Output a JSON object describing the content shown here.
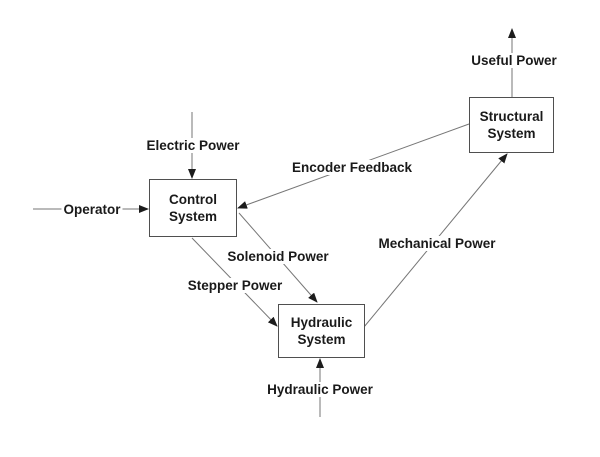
{
  "diagram": {
    "boxes": {
      "control": "Control System",
      "hydraulic": "Hydraulic System",
      "structural": "Structural System"
    },
    "flows": {
      "electric_power": "Electric Power",
      "operator": "Operator",
      "useful_power": "Useful Power",
      "encoder_feedback": "Encoder Feedback",
      "solenoid_power": "Solenoid Power",
      "stepper_power": "Stepper Power",
      "mechanical_power": "Mechanical Power",
      "hydraulic_power": "Hydraulic Power"
    },
    "colors": {
      "line": "#767676",
      "arrowhead": "#1c1c1c",
      "box_border": "#4f4f4f",
      "text": "#1a1a1a",
      "background": "#ffffff"
    }
  }
}
